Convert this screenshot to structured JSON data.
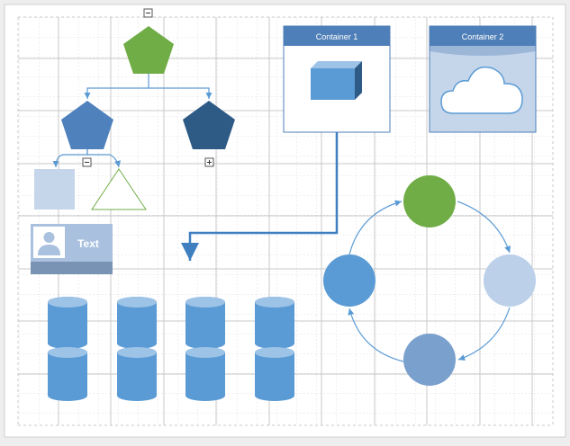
{
  "containers": [
    {
      "title": "Container 1"
    },
    {
      "title": "Container 2"
    }
  ],
  "card": {
    "label": "Text"
  },
  "toggles": {
    "collapse_symbol": "−",
    "expand_symbol": "+"
  },
  "colors": {
    "green": "#70ad47",
    "blue_mid": "#4f81bd",
    "blue_dark": "#2e5a86",
    "blue_light": "#c5d5ea",
    "blue_accent": "#5b9bd5",
    "circle_mid": "#7aa0ce",
    "circle_light": "#bcd0ea",
    "header": "#4f7fb8",
    "connector": "#5b9bd5",
    "triangle_stroke": "#70ad47",
    "card_top": "#a9c0de",
    "card_bottom": "#7893b3"
  },
  "icons": [
    "cube-icon",
    "cloud-icon",
    "person-icon",
    "cylinder-icon",
    "pentagon-shape",
    "triangle-shape"
  ]
}
